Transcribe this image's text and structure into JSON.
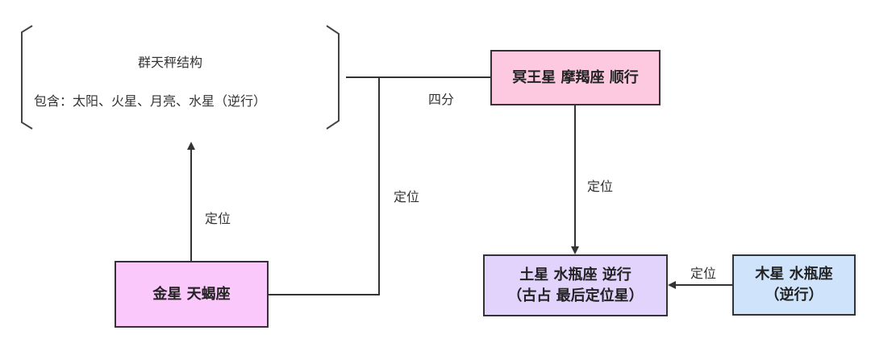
{
  "colors": {
    "line": "#333333",
    "pink": "#fcc9e0",
    "magenta": "#fac8fb",
    "lavender": "#e1d3fb",
    "lightblue": "#cfe4fb"
  },
  "group": {
    "title": "群天秤结构",
    "content": "包含：太阳、火星、月亮、水星（逆行）"
  },
  "nodes": {
    "pluto": {
      "label": "冥王星 摩羯座 顺行"
    },
    "venus": {
      "label": "金星 天蝎座"
    },
    "saturn": {
      "line1": "土星 水瓶座 逆行",
      "line2": "（古占 最后定位星）"
    },
    "jupiter": {
      "line1": "木星 水瓶座",
      "line2": "（逆行）"
    }
  },
  "edges": {
    "square": "四分",
    "venus_to_group": "定位",
    "venus_to_pluto": "定位",
    "pluto_to_saturn": "定位",
    "jupiter_to_saturn": "定位"
  }
}
